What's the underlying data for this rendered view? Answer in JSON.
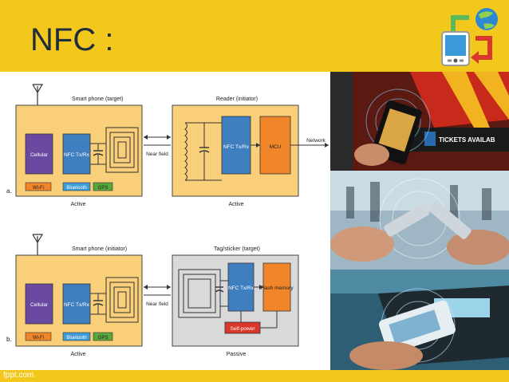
{
  "slide": {
    "title": "NFC :",
    "footer": "fppt.com"
  },
  "diagram_a": {
    "marker": "a.",
    "phone_title": "Smart phone (target)",
    "reader_title": "Reader (initiator)",
    "cellular": "Cellular",
    "nfc": "NFC Tx/Rx",
    "wifi": "Wi-Fi",
    "bluetooth": "Bluetooth",
    "gps": "GPS",
    "near_field": "Near field",
    "reader_nfc": "NFC Tx/Rx",
    "mcu": "MCU",
    "network": "Network",
    "left_mode": "Active",
    "right_mode": "Active"
  },
  "diagram_b": {
    "marker": "b.",
    "phone_title": "Smart phone (initiator)",
    "tag_title": "Tag/sticker (target)",
    "cellular": "Cellular",
    "nfc": "NFC Tx/Rx",
    "wifi": "Wi-Fi",
    "bluetooth": "Bluetooth",
    "gps": "GPS",
    "near_field": "Near field",
    "tag_nfc": "NFC Tx/Rx",
    "flash": "Flash memory",
    "self_power": "Self-power",
    "left_mode": "Active",
    "right_mode": "Passive"
  },
  "photos": {
    "ticket_text": "TICKETS AVAILAB"
  },
  "colors": {
    "header": "#f3c81c",
    "phone_panel": "#f9cf7a",
    "tag_panel": "#d9d9d9",
    "cellular": "#6a4aa0",
    "nfc": "#3f7fc0",
    "wifi": "#f0852a",
    "bluetooth": "#3f9bd6",
    "gps": "#5aa83c",
    "mcu": "#f0852a"
  }
}
